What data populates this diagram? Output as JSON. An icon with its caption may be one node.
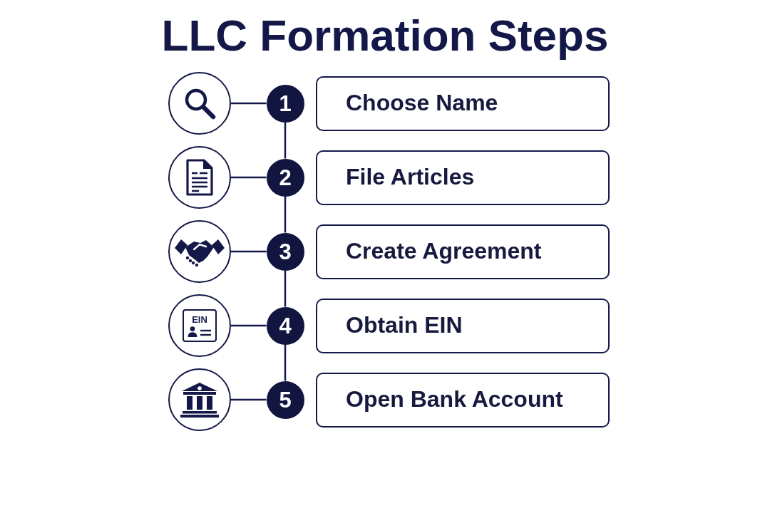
{
  "diagram": {
    "title": "LLC Formation Steps",
    "nodes": [
      {
        "text": [],
        "shape": "circle"
      },
      {
        "text": [
          "1"
        ]
      },
      {
        "text": [
          "Choose Name"
        ]
      },
      {
        "text": [],
        "shape": "circle"
      },
      {
        "text": [
          "2"
        ]
      },
      {
        "text": [
          "File Articles"
        ]
      },
      {
        "text": [],
        "shape": "circle"
      },
      {
        "text": [
          "3"
        ]
      },
      {
        "text": [
          "Create Agreement"
        ]
      },
      {
        "text": [
          "EIN"
        ]
      },
      {
        "text": [
          "4"
        ]
      },
      {
        "text": [
          "Obtain EIN"
        ]
      },
      {
        "text": [],
        "shape": "circle"
      },
      {
        "text": [
          "5"
        ]
      },
      {
        "text": [
          "Open Bank Account"
        ]
      }
    ],
    "edges": [
      {
        "from": 0,
        "to": 1,
        "arrow": "none"
      },
      {
        "from": 1,
        "to": 4,
        "arrow": "none"
      },
      {
        "from": 3,
        "to": 4,
        "arrow": "none"
      },
      {
        "from": 4,
        "to": 7,
        "arrow": "none"
      },
      {
        "from": 6,
        "to": 7,
        "arrow": "none"
      },
      {
        "from": 7,
        "to": 10,
        "arrow": "none"
      },
      {
        "from": 9,
        "to": 10,
        "arrow": "none"
      },
      {
        "from": 10,
        "to": 13,
        "arrow": "none"
      },
      {
        "from": 12,
        "to": 13,
        "arrow": "none"
      }
    ]
  }
}
